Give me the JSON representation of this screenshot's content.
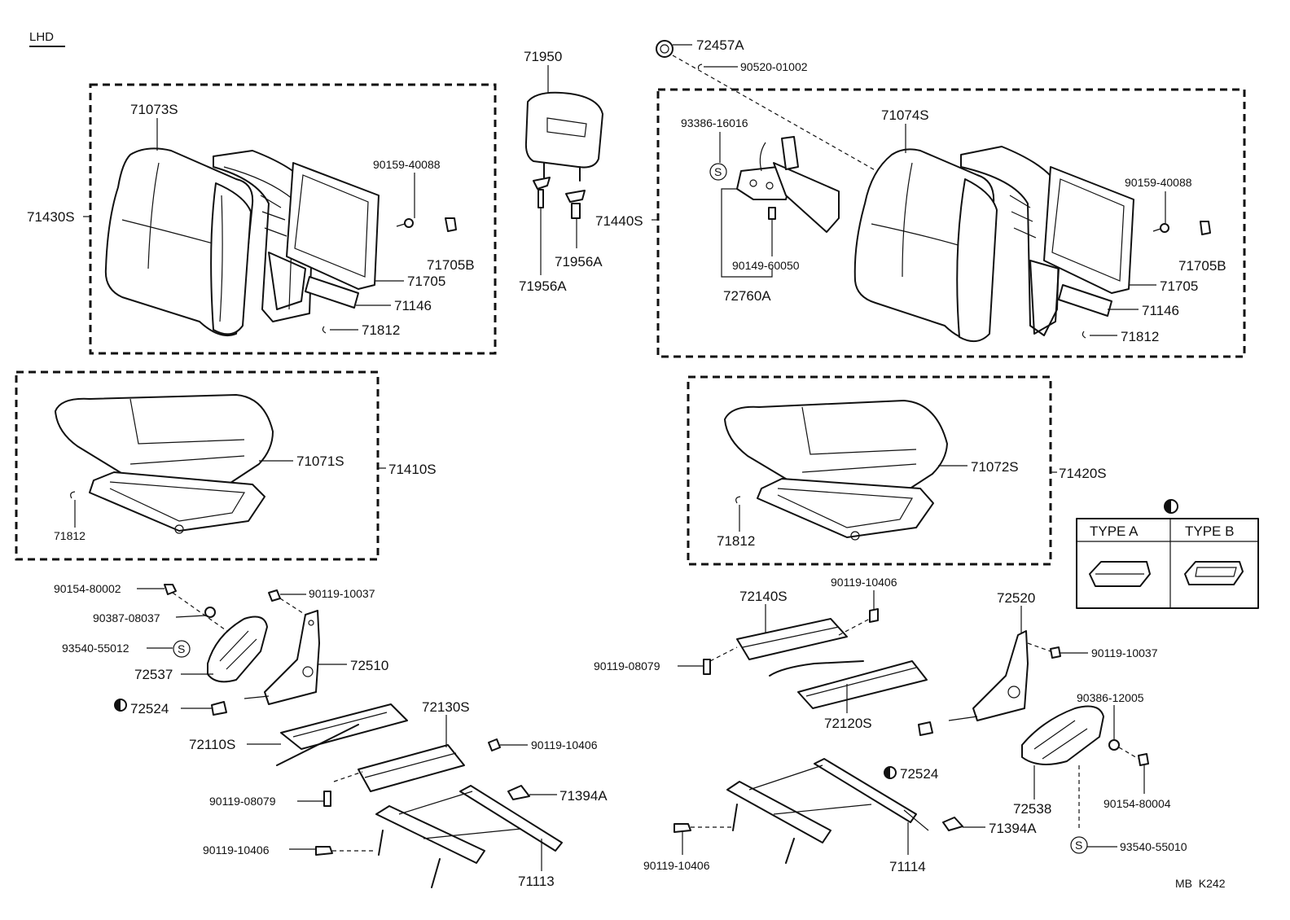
{
  "header": {
    "label": "LHD"
  },
  "footer": {
    "code": "MB  K242"
  },
  "legend": {
    "symbol": "half-filled-circle-icon",
    "type_a": "TYPE  A",
    "type_b": "TYPE  B"
  },
  "s_mark": "S",
  "parts": {
    "p71950": "71950",
    "p71956A_a": "71956A",
    "p71956A_b": "71956A",
    "p72457A": "72457A",
    "p90520_01002": "90520-01002",
    "p71073S": "71073S",
    "p71430S": "71430S",
    "p90159_40088_l": "90159-40088",
    "p71705B_l": "71705B",
    "p71705_l": "71705",
    "p71146_l": "71146",
    "p71812_l1": "71812",
    "p71074S": "71074S",
    "p71440S": "71440S",
    "p93386_16016": "93386-16016",
    "p90149_60050": "90149-60050",
    "p72760A": "72760A",
    "p90159_40088_r": "90159-40088",
    "p71705B_r": "71705B",
    "p71705_r": "71705",
    "p71146_r": "71146",
    "p71812_r1": "71812",
    "p71071S": "71071S",
    "p71410S": "71410S",
    "p71812_l2": "71812",
    "p71072S": "71072S",
    "p71420S": "71420S",
    "p71812_r2": "71812",
    "p90154_80002": "90154-80002",
    "p90387_08037": "90387-08037",
    "p93540_55012": "93540-55012",
    "p72537": "72537",
    "p90119_10037_l": "90119-10037",
    "p72510": "72510",
    "p72524_l": "72524",
    "p72130S": "72130S",
    "p72110S": "72110S",
    "p90119_10406_l1": "90119-10406",
    "p90119_08079_l": "90119-08079",
    "p71394A_l": "71394A",
    "p90119_10406_l2": "90119-10406",
    "p71113": "71113",
    "p72140S": "72140S",
    "p90119_10406_r1": "90119-10406",
    "p90119_08079_r": "90119-08079",
    "p72120S": "72120S",
    "p72520": "72520",
    "p90119_10037_r": "90119-10037",
    "p90386_12005": "90386-12005",
    "p72524_r": "72524",
    "p72538": "72538",
    "p90154_80004": "90154-80004",
    "p71394A_r": "71394A",
    "p93540_55010": "93540-55010",
    "p90119_10406_r2": "90119-10406",
    "p71114": "71114"
  }
}
